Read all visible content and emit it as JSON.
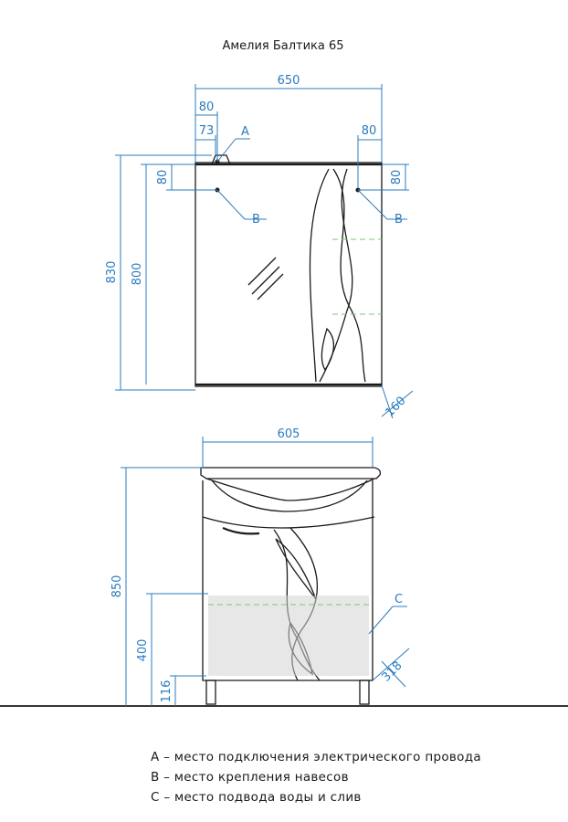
{
  "title": "Амелия Балтика 65",
  "mirror": {
    "width": "650",
    "offset_outer": "80",
    "offset_inner": "73",
    "offset_right": "80",
    "height_total": "830",
    "height_body": "800",
    "mount_top_left": "80",
    "mount_top_right": "80",
    "depth": "160",
    "label_a": "A",
    "label_b_left": "B",
    "label_b_right": "B"
  },
  "vanity": {
    "width": "605",
    "height_total": "850",
    "height_supply": "400",
    "height_legs": "116",
    "depth": "318",
    "label_c": "C"
  },
  "legend": [
    "A – место подключения электрического провода",
    "B – место крепления навесов",
    "C – место подвода воды и слив"
  ]
}
